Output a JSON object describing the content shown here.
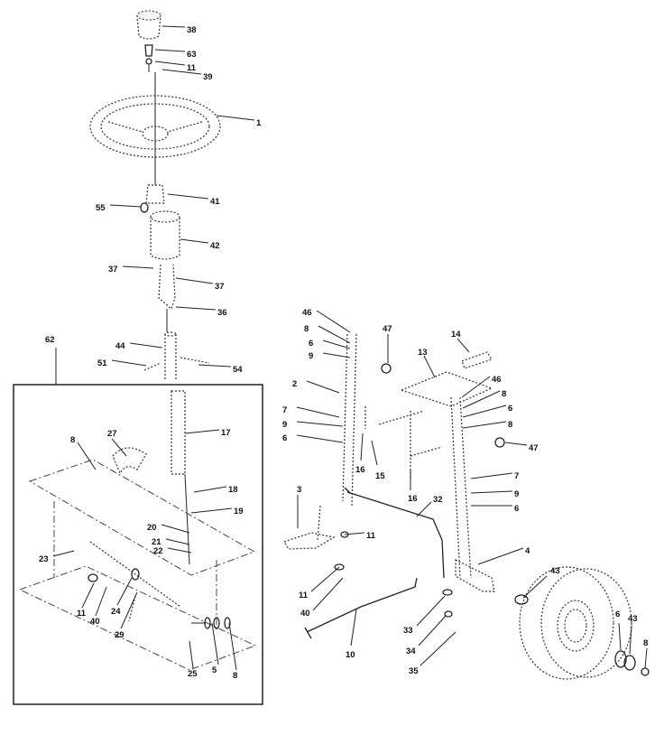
{
  "callouts": [
    "38",
    "63",
    "11",
    "39",
    "1",
    "55",
    "41",
    "42",
    "37",
    "37",
    "36",
    "62",
    "44",
    "51",
    "54",
    "46",
    "8",
    "6",
    "9",
    "47",
    "14",
    "13",
    "46",
    "8",
    "6",
    "8",
    "47",
    "2",
    "7",
    "9",
    "6",
    "16",
    "15",
    "16",
    "7",
    "9",
    "6",
    "17",
    "18",
    "19",
    "8",
    "27",
    "3",
    "32",
    "11",
    "20",
    "21",
    "22",
    "23",
    "4",
    "43",
    "11",
    "40",
    "24",
    "29",
    "11",
    "40",
    "10",
    "33",
    "6",
    "43",
    "8",
    "34",
    "35",
    "25",
    "5",
    "8"
  ]
}
